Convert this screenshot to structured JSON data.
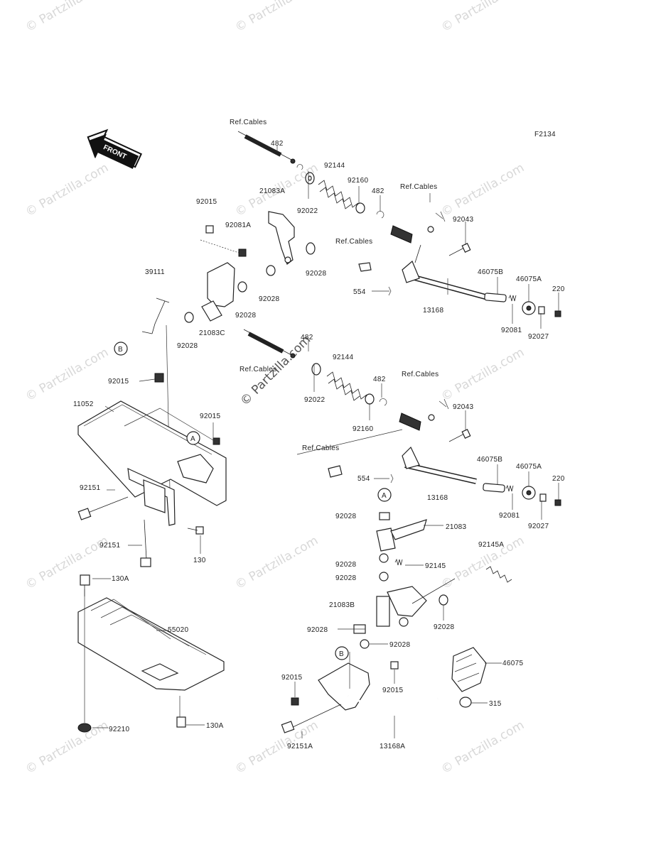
{
  "diagram_code": "F2134",
  "front_label": "FRONT",
  "watermark": "© Partzilla.com",
  "center_watermark": "© Partzilla.com",
  "labels": {
    "ref_cables_1": "Ref.Cables",
    "p482_1": "482",
    "p92144_1": "92144",
    "p92160": "92160",
    "p482_2": "482",
    "ref_cables_2": "Ref.Cables",
    "p21083a": "21083A",
    "p92015_1": "92015",
    "p92081a": "92081A",
    "p92022_1": "92022",
    "ref_cables_3": "Ref.Cables",
    "p92043_1": "92043",
    "p92028_a": "92028",
    "p39111": "39111",
    "p92028_b": "92028",
    "p554_1": "554",
    "p46075b_1": "46075B",
    "p46075a_1": "46075A",
    "p220_1": "220",
    "p13168_1": "13168",
    "p92028_c": "92028",
    "p21083c": "21083C",
    "p92081_1": "92081",
    "p92027_1": "92027",
    "p92028_d": "92028",
    "p482_3": "482",
    "p92144_2": "92144",
    "ref_cables_4": "Ref.Cables",
    "p482_4": "482",
    "ref_cables_5": "Ref.Cables",
    "p92015_2": "92015",
    "p92022_2": "92022",
    "p92160_2": "92160",
    "p92043_2": "92043",
    "p11052": "11052",
    "p92015_3": "92015",
    "ref_cables_6": "Ref.Cables",
    "p46075b_2": "46075B",
    "p46075a_2": "46075A",
    "p554_2": "554",
    "p220_2": "220",
    "p13168_2": "13168",
    "p92151_1": "92151",
    "p92081_2": "92081",
    "p92028_e": "92028",
    "p21083": "21083",
    "p92027_2": "92027",
    "p92145a": "92145A",
    "p92151_2": "92151",
    "p130": "130",
    "p92028_f": "92028",
    "p92145": "92145",
    "p92028_g": "92028",
    "p130a_1": "130A",
    "p21083b": "21083B",
    "p55020": "55020",
    "p92028_h": "92028",
    "p92028_i": "92028",
    "p92028_j": "92028",
    "p46075": "46075",
    "p92015_4": "92015",
    "p92015_5": "92015",
    "p315": "315",
    "p92210": "92210",
    "p130a_2": "130A",
    "p92151a": "92151A",
    "p13168a": "13168A"
  },
  "callouts": {
    "a1": "A",
    "a2": "A",
    "b1": "B",
    "b2": "B"
  }
}
